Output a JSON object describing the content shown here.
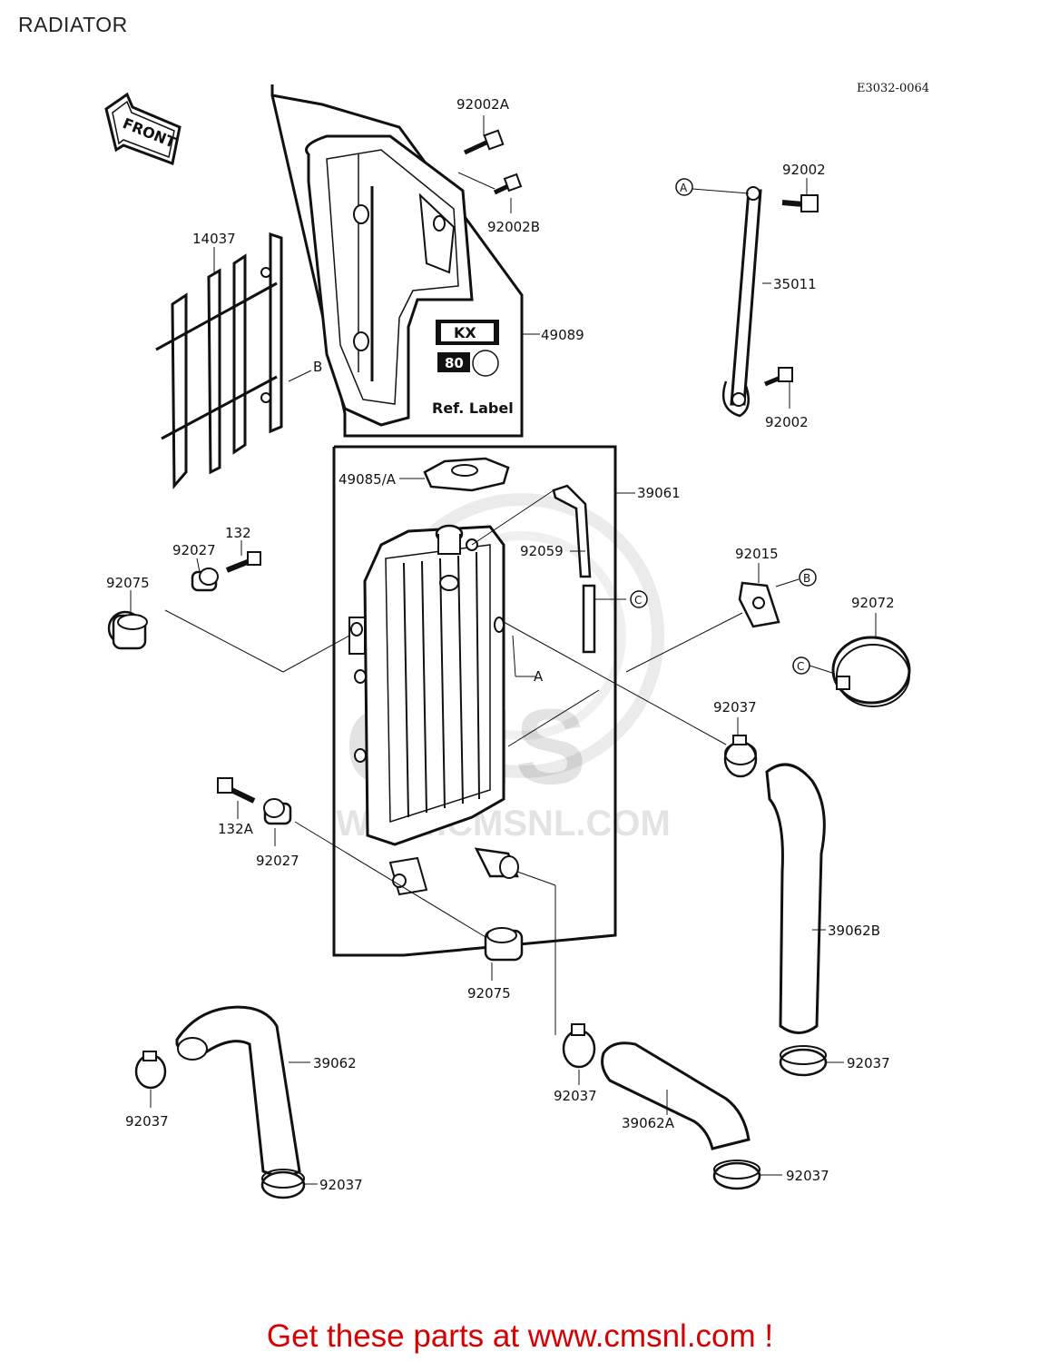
{
  "page": {
    "title": "RADIATOR",
    "drawing_code": "E3032-0064",
    "footer": "Get these parts at www.cmsnl.com !"
  },
  "watermark": {
    "main": "CMS",
    "url": "WWW.CMSNL.COM"
  },
  "front_arrow": "FRONT",
  "emblem": {
    "line1": "KX",
    "line2": "80",
    "ref_label": "Ref. Label"
  },
  "callouts": {
    "c_92002A": "92002A",
    "c_92002B": "92002B",
    "c_14037": "14037",
    "c_49089": "49089",
    "c_B_shroud": "B",
    "c_92002_top": "92002",
    "c_35011": "35011",
    "c_92002_bottom": "92002",
    "c_A_stay": "A",
    "c_49085A": "49085/A",
    "c_39061": "39061",
    "c_92059": "92059",
    "c_C_hose": "C",
    "c_A_rad": "A",
    "c_92015": "92015",
    "c_B_clip": "B",
    "c_92072": "92072",
    "c_C_band": "C",
    "c_132": "132",
    "c_92027_top": "92027",
    "c_92075_left": "92075",
    "c_92037_mid": "92037",
    "c_132A": "132A",
    "c_92027_bottom": "92027",
    "c_92075_bottom": "92075",
    "c_39062B": "39062B",
    "c_92037_right": "92037",
    "c_39062": "39062",
    "c_92037_left": "92037",
    "c_92037_bl": "92037",
    "c_92037_center": "92037",
    "c_39062A": "39062A",
    "c_92037_br": "92037"
  }
}
